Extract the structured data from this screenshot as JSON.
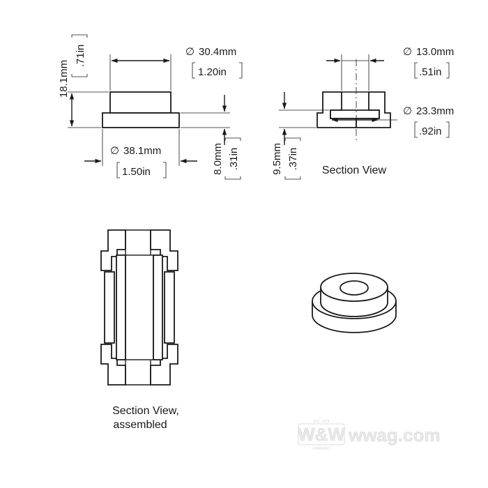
{
  "front_view": {
    "height_mm": "18.1mm",
    "height_in": ".71in",
    "top_dia_mm": "30.4mm",
    "top_dia_in": "1.20in",
    "base_dia_mm": "38.1mm",
    "base_dia_in": "1.50in",
    "flange_mm": "8.0mm",
    "flange_in": ".31in"
  },
  "section_view": {
    "bore_dia_mm": "13.0mm",
    "bore_dia_in": ".51in",
    "recess_dia_mm": "23.3mm",
    "recess_dia_in": ".92in",
    "depth_mm": "9.5mm",
    "depth_in": ".37in",
    "caption": "Section View"
  },
  "assembled_view": {
    "caption_line1": "Section View,",
    "caption_line2": "assembled"
  },
  "watermark": {
    "logo": "W&W",
    "site": "wwag.com",
    "est": "EST. 1979",
    "origin": "GERMANY"
  },
  "symbols": {
    "diameter": "∅"
  }
}
